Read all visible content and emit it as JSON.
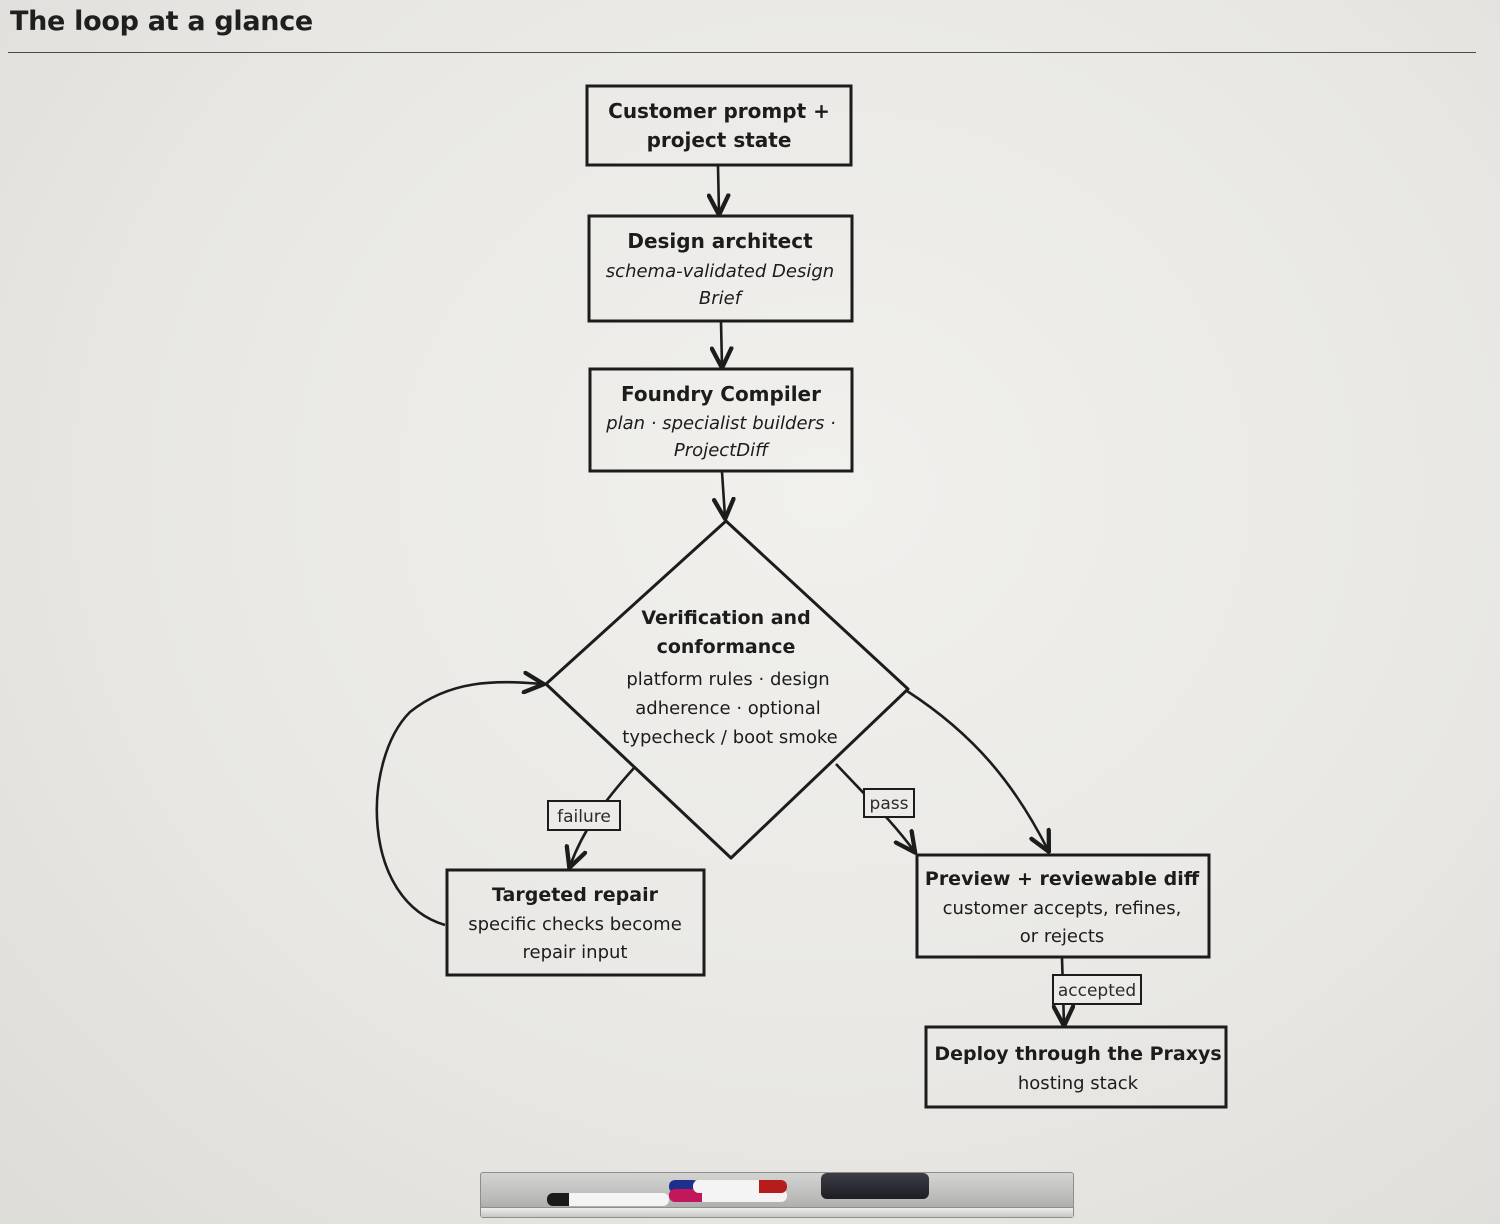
{
  "header": {
    "title": "The loop at a glance"
  },
  "nodes": {
    "customer_prompt": {
      "lines": [
        "Customer prompt +",
        "project state"
      ]
    },
    "design_architect": {
      "title": "Design architect",
      "detail": [
        "schema-validated Design",
        "Brief"
      ]
    },
    "foundry_compiler": {
      "title": "Foundry Compiler",
      "detail": [
        "plan · specialist builders ·",
        "ProjectDiff"
      ]
    },
    "verification": {
      "lines": [
        "Verification and",
        "conformance",
        "platform rules · design",
        "adherence · optional",
        "typecheck / boot smoke"
      ]
    },
    "targeted_repair": {
      "lines": [
        "Targeted repair",
        "specific checks become",
        "repair input"
      ]
    },
    "preview": {
      "lines": [
        "Preview + reviewable diff",
        "customer accepts, refines,",
        "or rejects"
      ]
    },
    "deploy": {
      "lines": [
        "Deploy through the Praxys",
        "hosting stack"
      ]
    }
  },
  "edges": {
    "failure_label": "failure",
    "pass_label": "pass",
    "accepted_label": "accepted"
  },
  "colors": {
    "ink": "#1c1c1c",
    "board": "#ecebe7"
  }
}
